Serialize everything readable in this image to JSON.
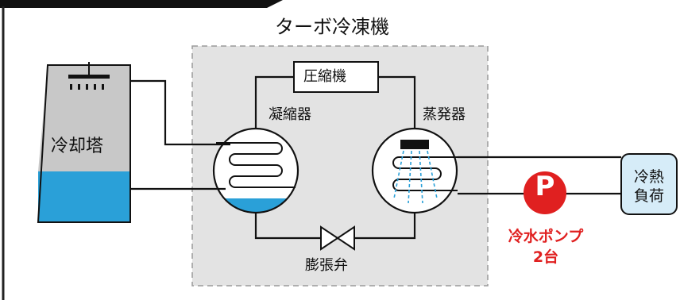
{
  "diagram": {
    "title": "ターボ冷凍機",
    "compressor": "圧縮機",
    "condenser": "凝縮器",
    "evaporator": "蒸発器",
    "cooling_tower": "冷却塔",
    "expansion_valve": "膨張弁",
    "cooling_load": "冷熱\n負荷",
    "pump_symbol": "P",
    "pump_label": "冷水ポンプ\n2台"
  },
  "colors": {
    "pump_red": "#e02020",
    "water_blue": "#2aa0d8",
    "load_fill": "#d6ecf8",
    "tower_gray": "#c8c8c8",
    "chiller_frame": "#e3e3e3",
    "top_bar": "#111111"
  }
}
